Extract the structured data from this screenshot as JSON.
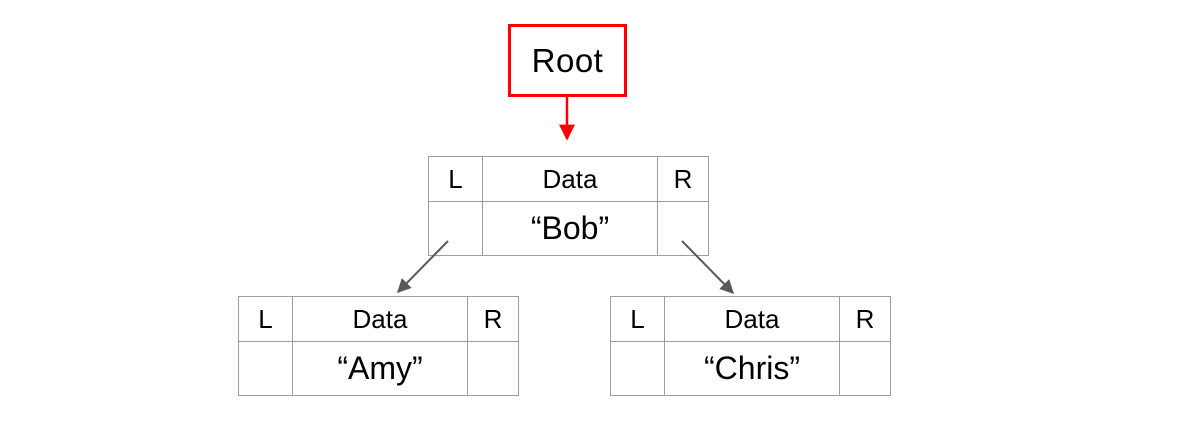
{
  "diagram": {
    "title_semantics": "linked binary tree node diagram",
    "root": {
      "label": "Root"
    },
    "nodes": [
      {
        "id": "bob",
        "headers": {
          "left": "L",
          "data": "Data",
          "right": "R"
        },
        "value": "“Bob”",
        "left_pointer": "",
        "right_pointer": ""
      },
      {
        "id": "amy",
        "headers": {
          "left": "L",
          "data": "Data",
          "right": "R"
        },
        "value": "“Amy”",
        "left_pointer": "",
        "right_pointer": ""
      },
      {
        "id": "chris",
        "headers": {
          "left": "L",
          "data": "Data",
          "right": "R"
        },
        "value": "“Chris”",
        "left_pointer": "",
        "right_pointer": ""
      }
    ],
    "edges": [
      {
        "from": "root-box",
        "to": "bob",
        "color": "#ff0000"
      },
      {
        "from": "bob-left-pointer",
        "to": "amy",
        "color": "#595959"
      },
      {
        "from": "bob-right-pointer",
        "to": "chris",
        "color": "#595959"
      }
    ],
    "colors": {
      "root_border": "#ff0000",
      "root_arrow": "#ff0000",
      "table_border": "#9e9e9e",
      "child_arrow": "#595959",
      "text": "#000000",
      "canvas_background": "#ffffff"
    }
  }
}
